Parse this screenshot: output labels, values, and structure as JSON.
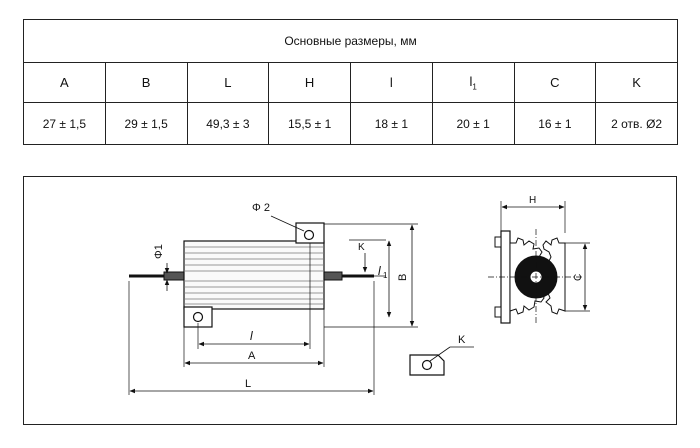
{
  "table": {
    "title": "Основные размеры,  мм",
    "headers": [
      "A",
      "B",
      "L",
      "H",
      "l",
      "l",
      "C",
      "K"
    ],
    "header_subscripts": [
      "",
      "",
      "",
      "",
      "",
      "1",
      "",
      ""
    ],
    "values": [
      "27 ± 1,5",
      "29 ± 1,5",
      "49,3 ± 3",
      "15,5 ± 1",
      "18 ± 1",
      "20 ± 1",
      "16 ± 1",
      "2 отв. Ø2"
    ]
  },
  "drawing": {
    "labels": {
      "phi2": "Φ 2",
      "phi1": "Φ1",
      "k_side": "K",
      "l1": "l",
      "l1_sub": "1",
      "b": "B",
      "l": "l",
      "a": "A",
      "big_l": "L",
      "h": "H",
      "c": "C",
      "k_detail": "K"
    }
  }
}
